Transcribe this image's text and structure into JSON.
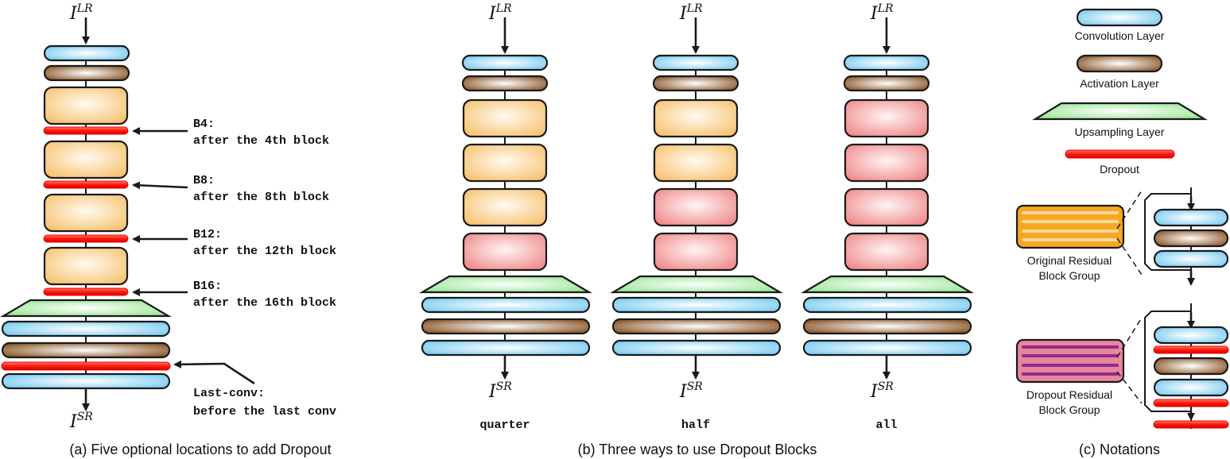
{
  "panel_a": {
    "caption": "(a) Five optional locations to add Dropout",
    "input_label": "I",
    "input_sup": "LR",
    "output_label": "I",
    "output_sup": "SR",
    "annotations": [
      {
        "line1": "B4:",
        "line2": "after the 4th block"
      },
      {
        "line1": "B8:",
        "line2": "after the 8th block"
      },
      {
        "line1": "B12:",
        "line2": "after the 12th block"
      },
      {
        "line1": "B16:",
        "line2": "after the 16th block"
      },
      {
        "line1": "Last-conv:",
        "line2": "before the last conv"
      }
    ]
  },
  "panel_b": {
    "caption": "(b) Three ways to use Dropout Blocks",
    "input_label": "I",
    "input_sup": "LR",
    "output_label": "I",
    "output_sup": "SR",
    "columns": [
      {
        "name": "quarter",
        "dropout_groups": 1
      },
      {
        "name": "half",
        "dropout_groups": 2
      },
      {
        "name": "all",
        "dropout_groups": 4
      }
    ]
  },
  "panel_c": {
    "caption": "(c) Notations",
    "legend": {
      "conv": "Convolution Layer",
      "act": "Activation Layer",
      "up": "Upsampling Layer",
      "drop": "Dropout"
    },
    "orig_group": {
      "line1": "Original Residual",
      "line2": "Block Group"
    },
    "drop_group": {
      "line1": "Dropout Residual",
      "line2": "Block Group"
    }
  },
  "colors": {
    "conv": "#8fd3f4",
    "activation": "#9c6a3c",
    "upsampling": "#a6eaa2",
    "dropout": "#f2160f",
    "orig_group": "#f7c77a",
    "drop_group": "#f28f8f"
  }
}
